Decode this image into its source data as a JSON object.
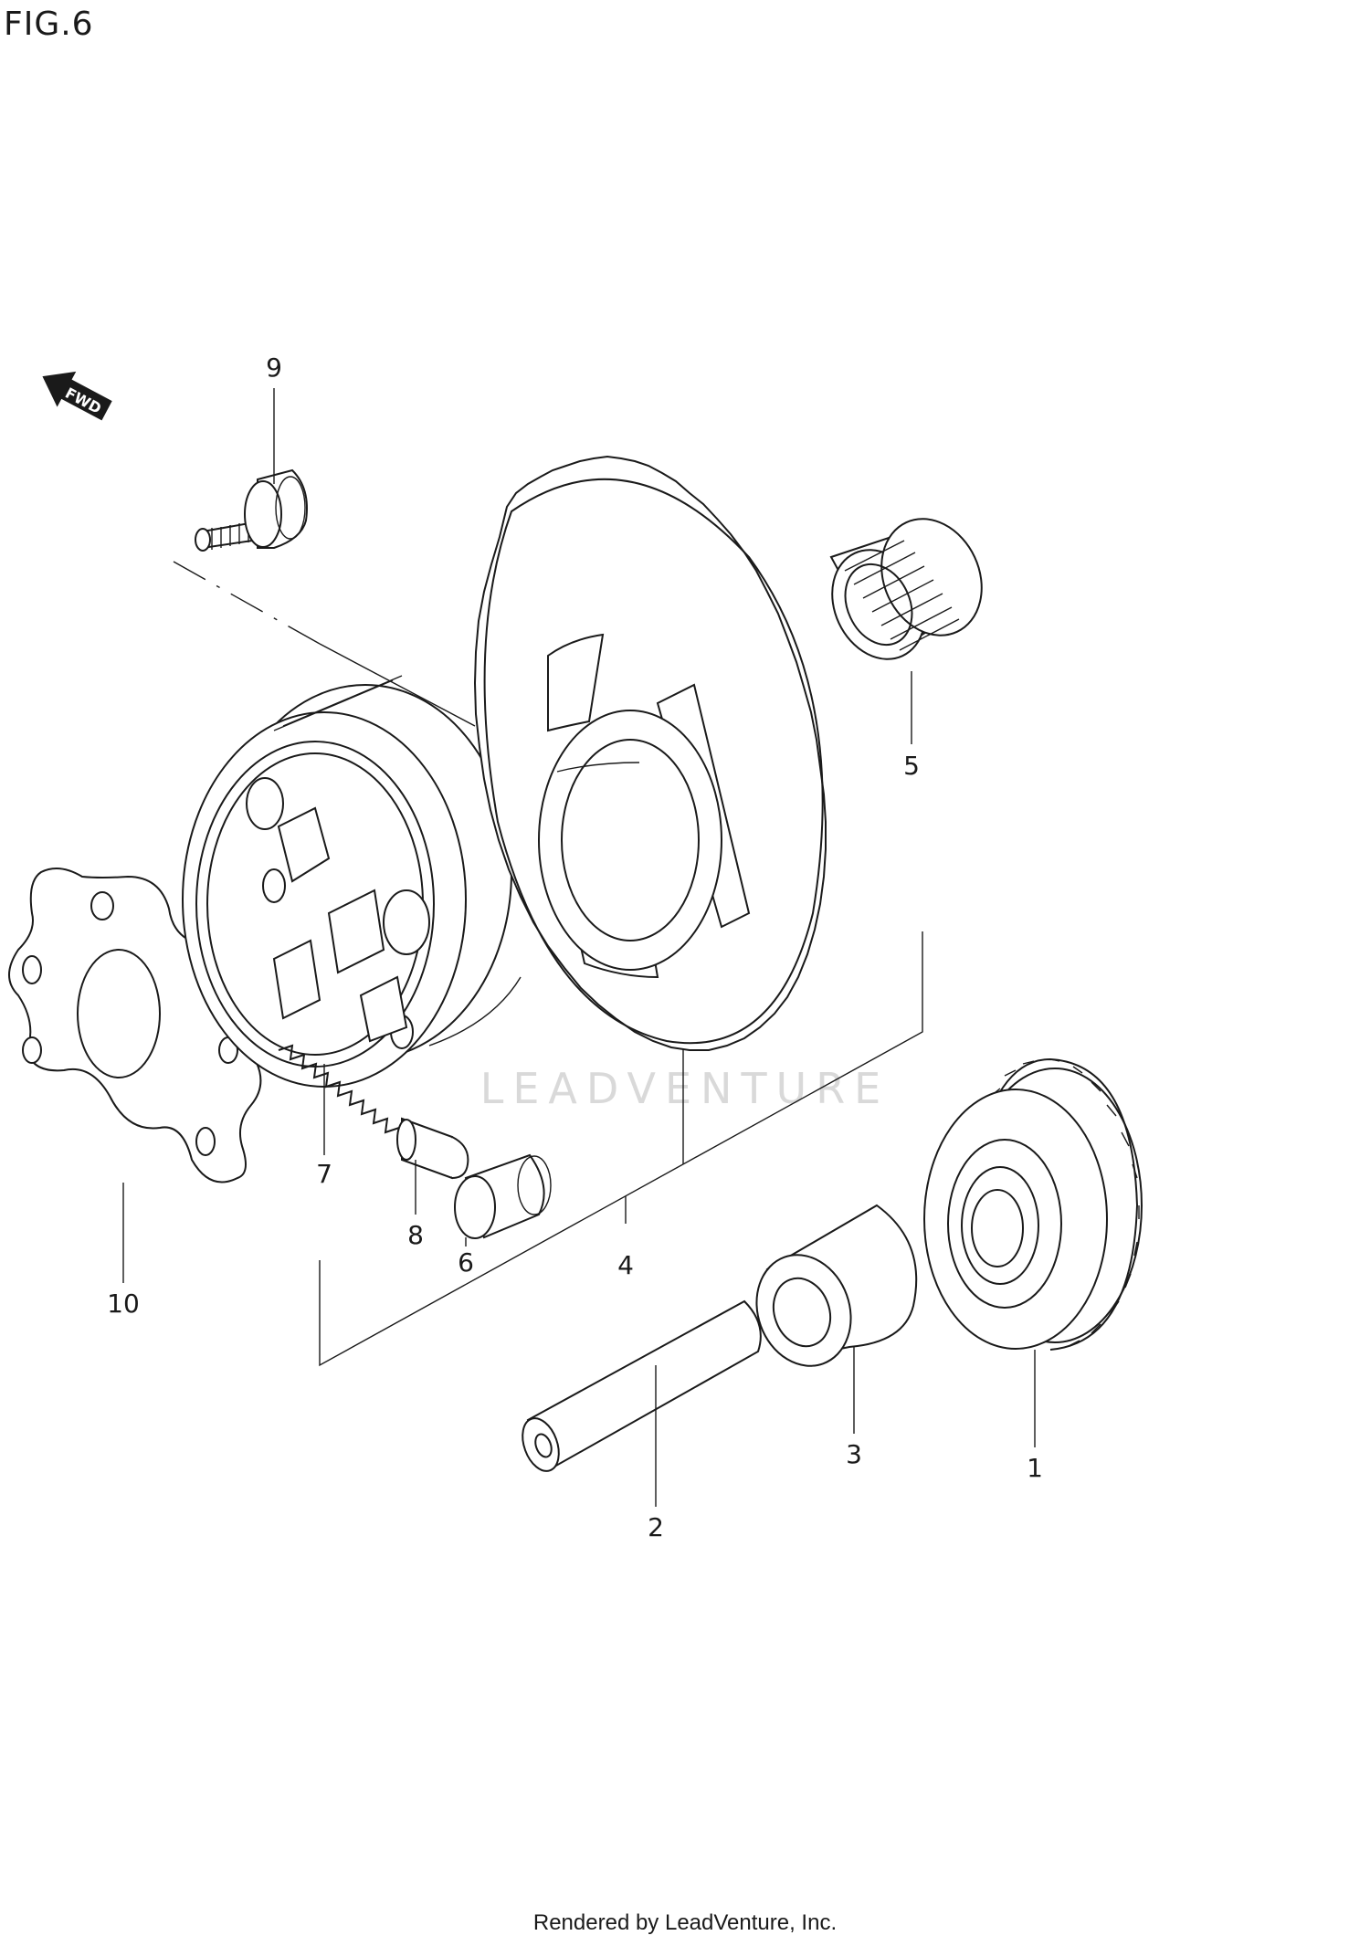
{
  "figure_title": "FIG.6",
  "fwd_label": "FWD",
  "watermark": "LEADVENTURE",
  "footer": "Rendered by LeadVenture, Inc.",
  "callouts": {
    "c1": "1",
    "c2": "2",
    "c3": "3",
    "c4": "4",
    "c5": "5",
    "c6": "6",
    "c7": "7",
    "c8": "8",
    "c9": "9",
    "c10": "10"
  },
  "colors": {
    "line": "#1a1a1a",
    "background": "#ffffff",
    "watermark": "#d9d9d9"
  }
}
